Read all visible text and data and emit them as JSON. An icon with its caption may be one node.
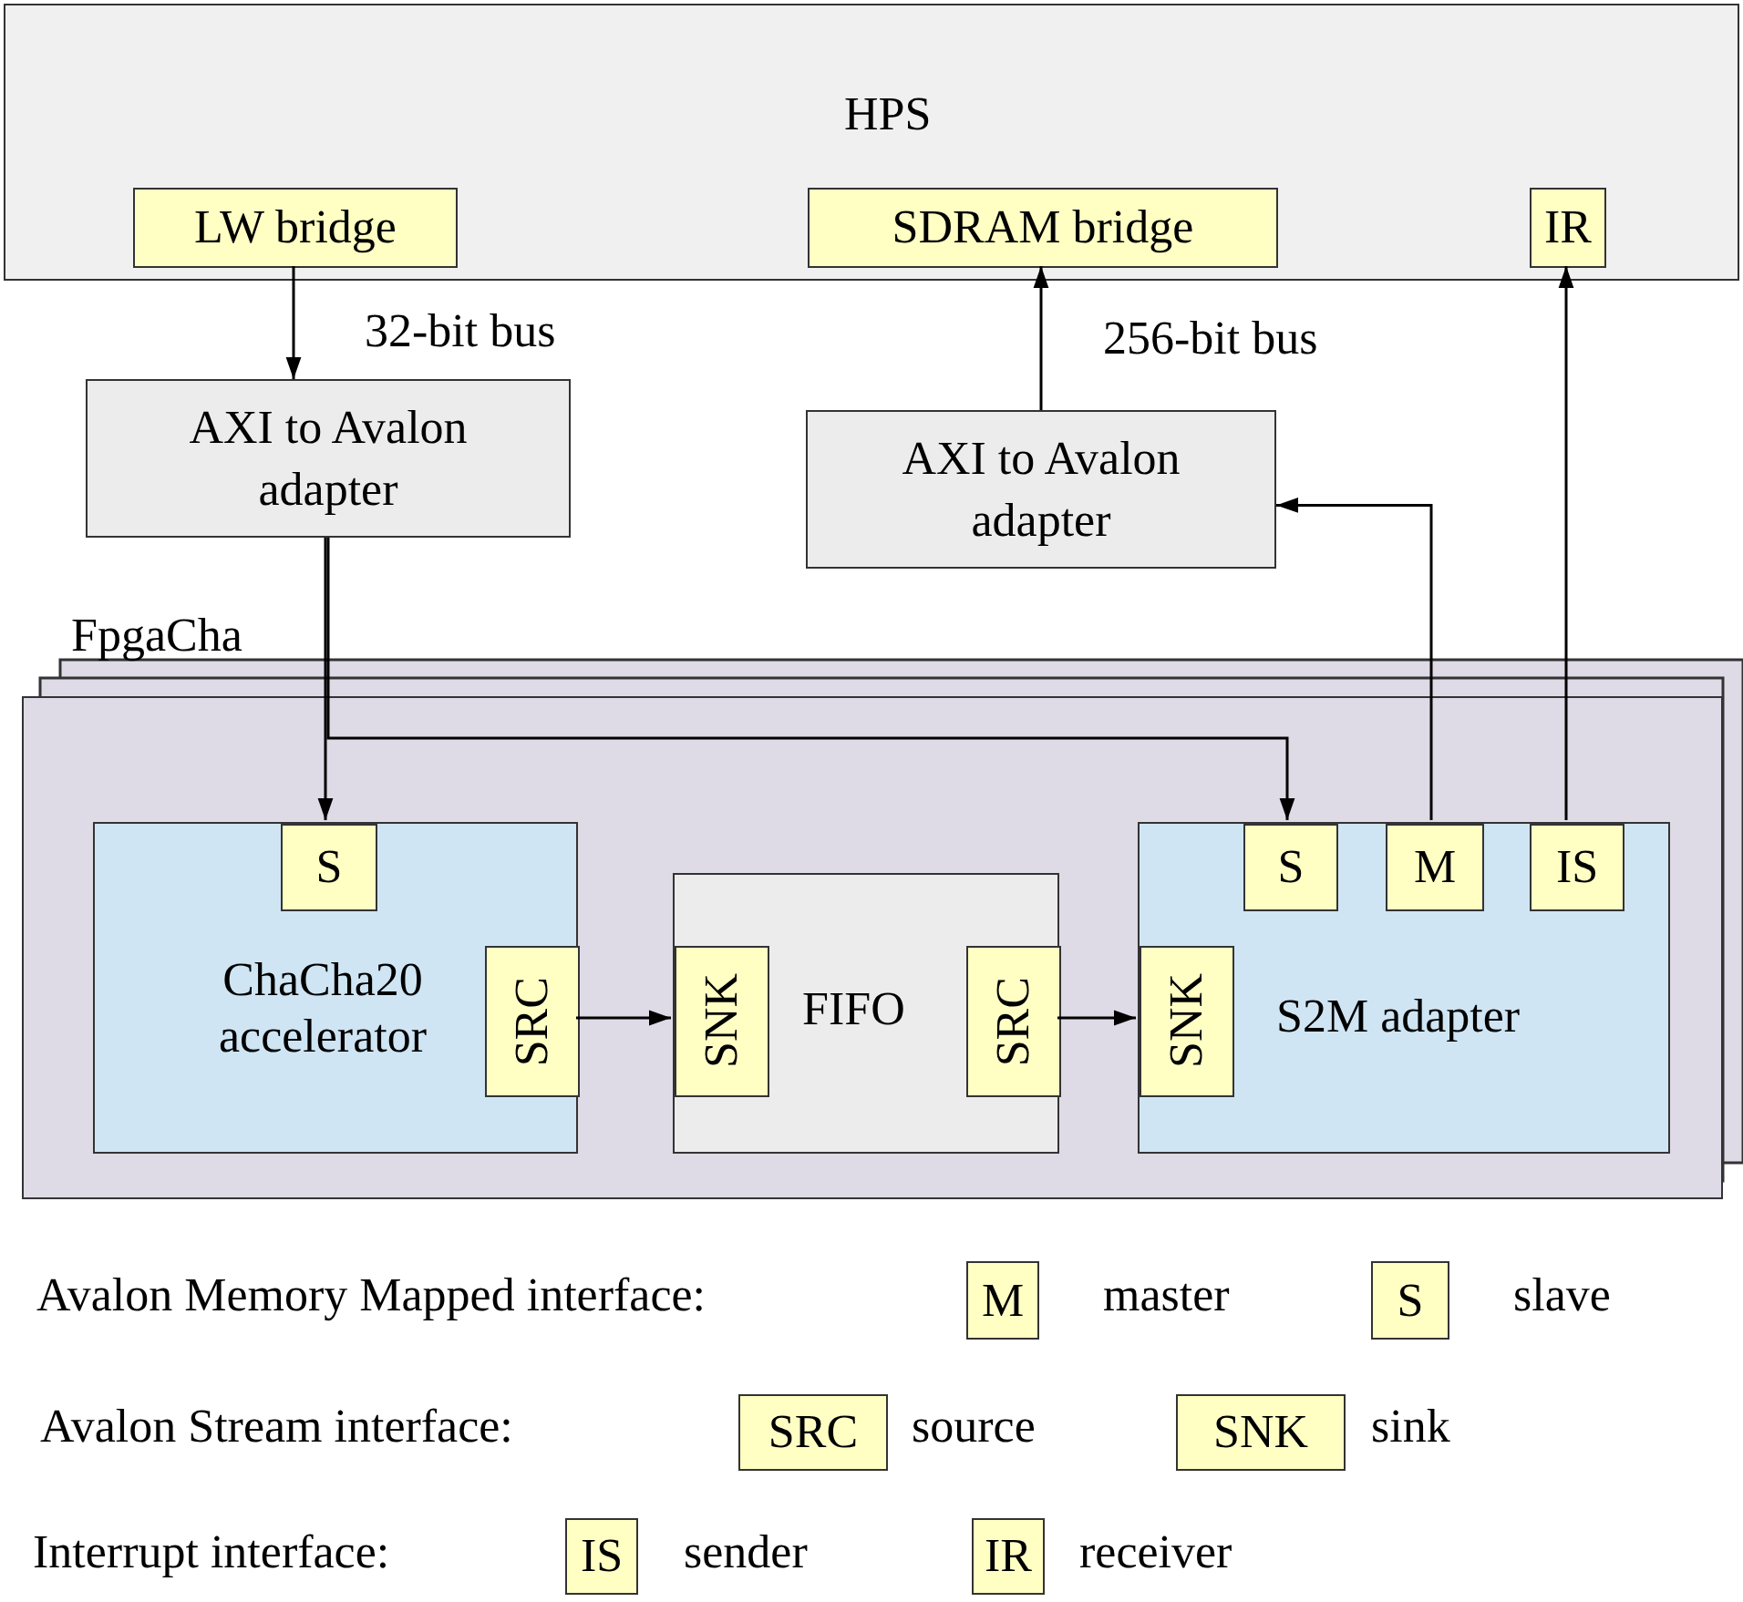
{
  "diagram": {
    "nodes": [
      {
        "text": [
          "HPS"
        ]
      },
      {
        "text": [
          "LW bridge"
        ],
        "in": 0
      },
      {
        "text": [
          "SDRAM bridge"
        ],
        "in": 0
      },
      {
        "text": [
          "IR"
        ],
        "in": 0
      },
      {
        "text": [
          "AXI to Avalon adapter"
        ]
      },
      {
        "text": [
          "AXI to Avalon adapter"
        ]
      },
      {
        "text": [
          "FpgaCha"
        ]
      },
      {
        "text": [
          "ChaCha20 accelerator"
        ],
        "in": 6
      },
      {
        "text": [
          "S"
        ],
        "in": 7
      },
      {
        "text": [
          "SRC"
        ],
        "in": 7
      },
      {
        "text": [
          "FIFO"
        ],
        "in": 6
      },
      {
        "text": [
          "SNK"
        ],
        "in": 10
      },
      {
        "text": [
          "SRC"
        ],
        "in": 10
      },
      {
        "text": [
          "S2M adapter"
        ],
        "in": 6
      },
      {
        "text": [
          "S"
        ],
        "in": 13
      },
      {
        "text": [
          "M"
        ],
        "in": 13
      },
      {
        "text": [
          "IS"
        ],
        "in": 13
      },
      {
        "text": [
          "SNK"
        ],
        "in": 13
      },
      {
        "text": [
          "M"
        ],
        "beside": [
          "master"
        ]
      },
      {
        "text": [
          "S"
        ],
        "beside": [
          "slave"
        ]
      },
      {
        "text": [
          "SRC"
        ],
        "beside": [
          "source"
        ]
      },
      {
        "text": [
          "SNK"
        ],
        "beside": [
          "sink"
        ]
      },
      {
        "text": [
          "IS"
        ],
        "beside": [
          "sender"
        ]
      },
      {
        "text": [
          "IR"
        ],
        "beside": [
          "receiver"
        ]
      }
    ],
    "edges": [
      {
        "from": 1,
        "to": 4,
        "arrow": "to",
        "label": "32-bit bus"
      },
      {
        "from": 5,
        "to": 2,
        "arrow": "to",
        "label": "256-bit bus"
      },
      {
        "from": 4,
        "to": 8,
        "arrow": "to"
      },
      {
        "from": 4,
        "to": 14,
        "arrow": "to"
      },
      {
        "from": 15,
        "to": 5,
        "arrow": "to"
      },
      {
        "from": 16,
        "to": 3,
        "arrow": "to"
      },
      {
        "from": 9,
        "to": 11,
        "arrow": "to"
      },
      {
        "from": 12,
        "to": 17,
        "arrow": "to"
      }
    ],
    "labels": [
      "Avalon Memory Mapped interface:",
      "Avalon Stream interface:",
      "Interrupt interface:"
    ]
  }
}
